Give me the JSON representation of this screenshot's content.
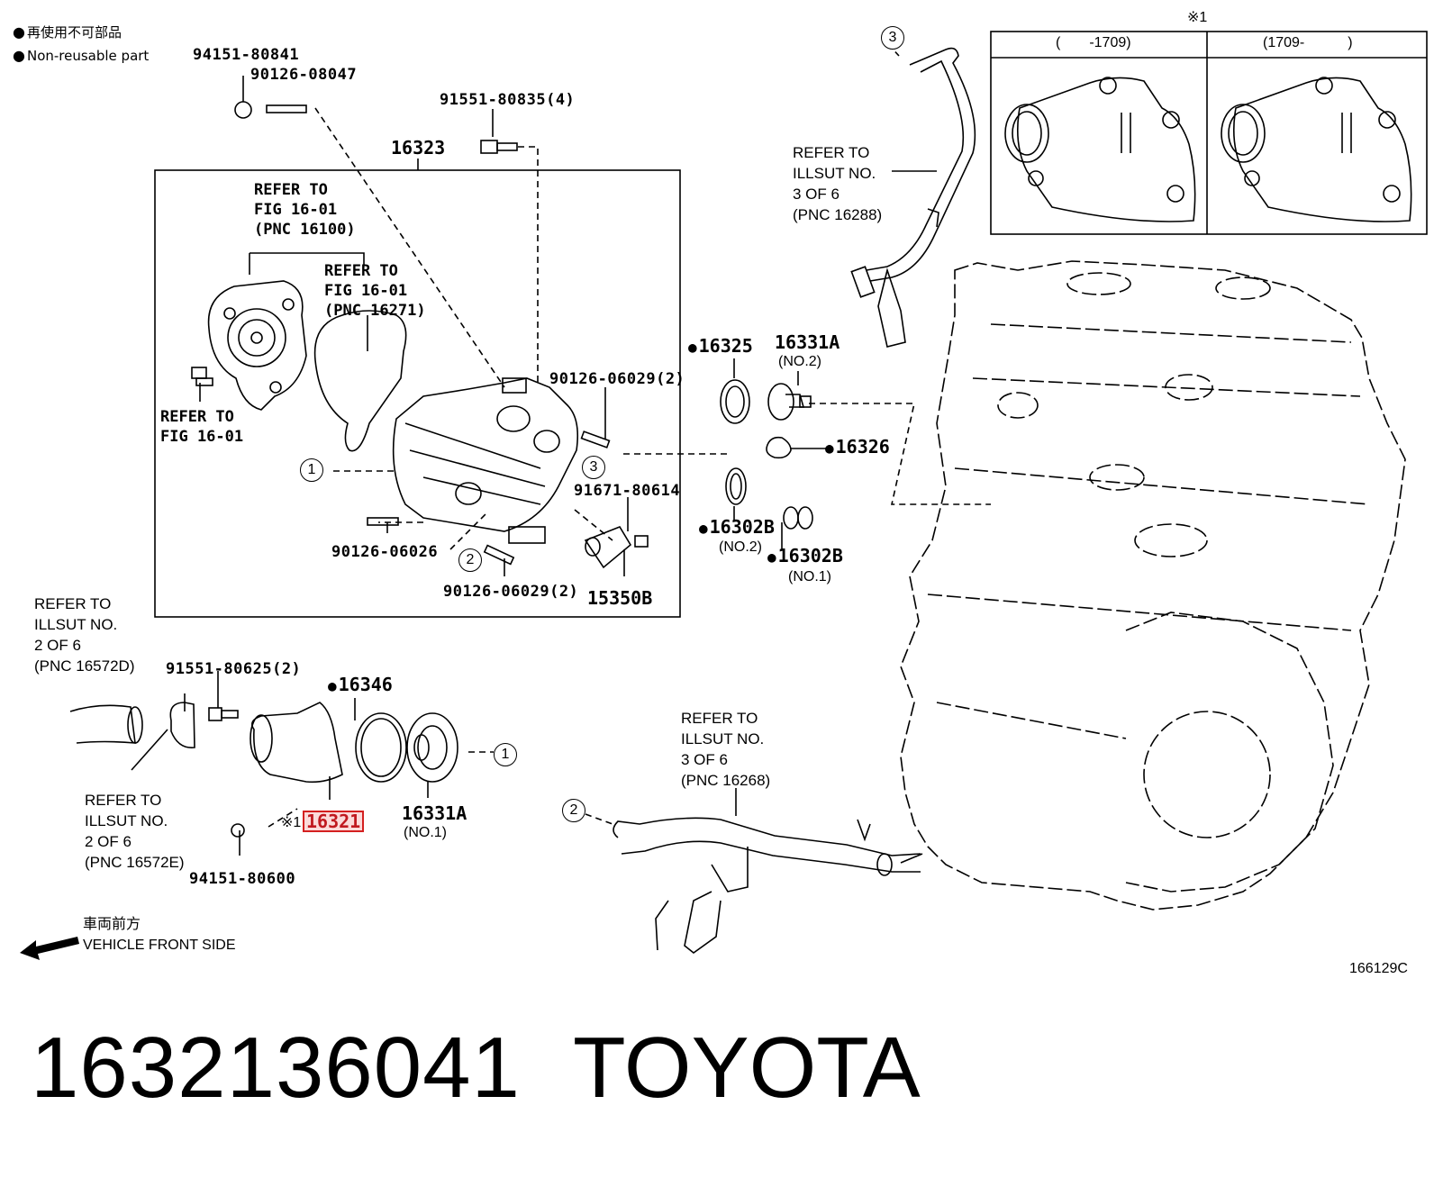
{
  "legend": {
    "non_reusable_jp": "再使用不可部品",
    "non_reusable_en": "Non-reusable part"
  },
  "inset": {
    "mark": "※1",
    "col1": "(　　-1709)",
    "col2": "(1709-　　　)"
  },
  "group": {
    "label": "16323"
  },
  "refs": {
    "fig1601_pnc16100": "REFER TO\nFIG 16-01\n(PNC 16100)",
    "fig1601_pnc16271": "REFER TO\nFIG 16-01\n(PNC 16271)",
    "fig1601": "REFER TO\nFIG 16-01",
    "illust3_16288": "REFER TO\nILLSUT NO.\n3 OF 6\n(PNC 16288)",
    "illust2_16572D": "REFER TO\nILLSUT NO.\n2 OF 6\n(PNC 16572D)",
    "illust2_16572E": "REFER TO\nILLSUT NO.\n2 OF 6\n(PNC 16572E)",
    "illust3_16268": "REFER TO\nILLSUT NO.\n3 OF 6\n(PNC 16268)"
  },
  "parts": {
    "p94151_80841": "94151-80841",
    "p90126_08047": "90126-08047",
    "p91551_80835": "91551-80835(4)",
    "p90126_06029_top": "90126-06029(2)",
    "p91671_80614": "91671-80614",
    "p90126_06026": "90126-06026",
    "p90126_06029_bot": "90126-06029(2)",
    "p15350B": "15350B",
    "p16325": "16325",
    "p16331A_2": "16331A",
    "p16331A_2_sub": "(NO.2)",
    "p16326": "16326",
    "p16302B_2": "16302B",
    "p16302B_2_sub": "(NO.2)",
    "p16302B_1": "16302B",
    "p16302B_1_sub": "(NO.1)",
    "p91551_80625": "91551-80625(2)",
    "p16346": "16346",
    "p16321": "16321",
    "p16321_mark": "※1",
    "p16331A_1": "16331A",
    "p16331A_1_sub": "(NO.1)",
    "p94151_80600": "94151-80600"
  },
  "callouts": {
    "c1": "1",
    "c2": "2",
    "c3": "3"
  },
  "direction": {
    "jp": "車両前方",
    "en": "VEHICLE FRONT SIDE"
  },
  "illustration_id": "166129C",
  "footer": {
    "part_number": "1632136041",
    "brand": "TOYOTA"
  },
  "colors": {
    "highlight_border": "#d42020",
    "highlight_fill": "#fbdada"
  }
}
